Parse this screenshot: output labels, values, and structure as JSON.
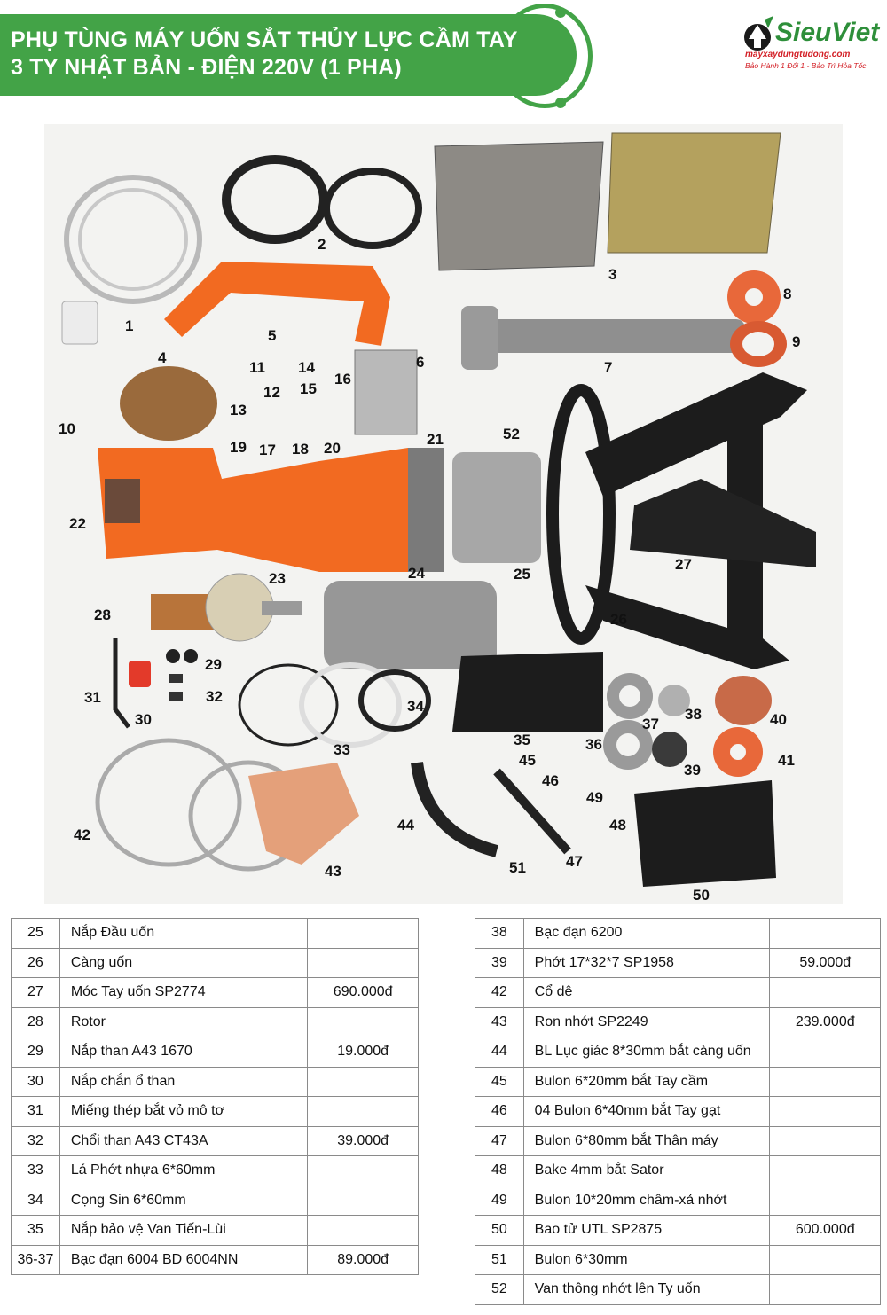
{
  "header": {
    "title_line1": "PHỤ TÙNG MÁY UỐN SẮT THỦY LỰC CẦM TAY",
    "title_line2": "3 TY NHẬT BẢN - ĐIỆN 220V (1 PHA)"
  },
  "logo": {
    "name": "SieuViet",
    "url": "mayxaydungtudong.com",
    "slogan": "Bảo Hành 1 Đổi 1 - Bảo Trì Hỏa Tốc"
  },
  "photo_labels": [
    "1",
    "2",
    "3",
    "4",
    "5",
    "6",
    "7",
    "8",
    "9",
    "10",
    "11",
    "12",
    "13",
    "14",
    "15",
    "16",
    "17",
    "18",
    "19",
    "20",
    "21",
    "22",
    "23",
    "24",
    "25",
    "26",
    "27",
    "28",
    "29",
    "30",
    "31",
    "32",
    "33",
    "34",
    "35",
    "36",
    "37",
    "38",
    "39",
    "40",
    "41",
    "42",
    "43",
    "44",
    "45",
    "46",
    "47",
    "48",
    "49",
    "50",
    "51",
    "52"
  ],
  "table_left": [
    {
      "no": "25",
      "name": "Nắp Đầu uốn",
      "price": ""
    },
    {
      "no": "26",
      "name": "Càng uốn",
      "price": ""
    },
    {
      "no": "27",
      "name": "Móc Tay uốn SP2774",
      "price": "690.000đ"
    },
    {
      "no": "28",
      "name": "Rotor",
      "price": ""
    },
    {
      "no": "29",
      "name": "Nắp than A43 1670",
      "price": "19.000đ"
    },
    {
      "no": "30",
      "name": "Nắp chắn ổ than",
      "price": ""
    },
    {
      "no": "31",
      "name": "Miếng thép bắt vỏ mô tơ",
      "price": ""
    },
    {
      "no": "32",
      "name": "Chổi than A43 CT43A",
      "price": "39.000đ"
    },
    {
      "no": "33",
      "name": "Lá Phớt nhựa 6*60mm",
      "price": ""
    },
    {
      "no": "34",
      "name": "Cọng Sin 6*60mm",
      "price": ""
    },
    {
      "no": "35",
      "name": "Nắp bảo vệ Van Tiến-Lùi",
      "price": ""
    },
    {
      "no": "36-37",
      "name": "Bạc đạn 6004 BD 6004NN",
      "price": "89.000đ"
    }
  ],
  "table_right": [
    {
      "no": "38",
      "name": "Bạc đạn 6200",
      "price": ""
    },
    {
      "no": "39",
      "name": "Phớt 17*32*7 SP1958",
      "price": "59.000đ"
    },
    {
      "no": "42",
      "name": "Cổ dê",
      "price": ""
    },
    {
      "no": "43",
      "name": "Ron nhớt SP2249",
      "price": "239.000đ"
    },
    {
      "no": "44",
      "name": "BL Lục giác 8*30mm bắt càng uốn",
      "price": ""
    },
    {
      "no": "45",
      "name": "Bulon 6*20mm bắt Tay cầm",
      "price": ""
    },
    {
      "no": "46",
      "name": "04 Bulon 6*40mm bắt Tay gạt",
      "price": ""
    },
    {
      "no": "47",
      "name": "Bulon 6*80mm bắt Thân máy",
      "price": ""
    },
    {
      "no": "48",
      "name": "Bake 4mm bắt Sator",
      "price": ""
    },
    {
      "no": "49",
      "name": "Bulon 10*20mm châm-xả nhớt",
      "price": ""
    },
    {
      "no": "50",
      "name": "Bao tử UTL SP2875",
      "price": "600.000đ"
    },
    {
      "no": "51",
      "name": "Bulon 6*30mm",
      "price": ""
    },
    {
      "no": "52",
      "name": "Van thông nhớt lên Ty uốn",
      "price": ""
    }
  ]
}
